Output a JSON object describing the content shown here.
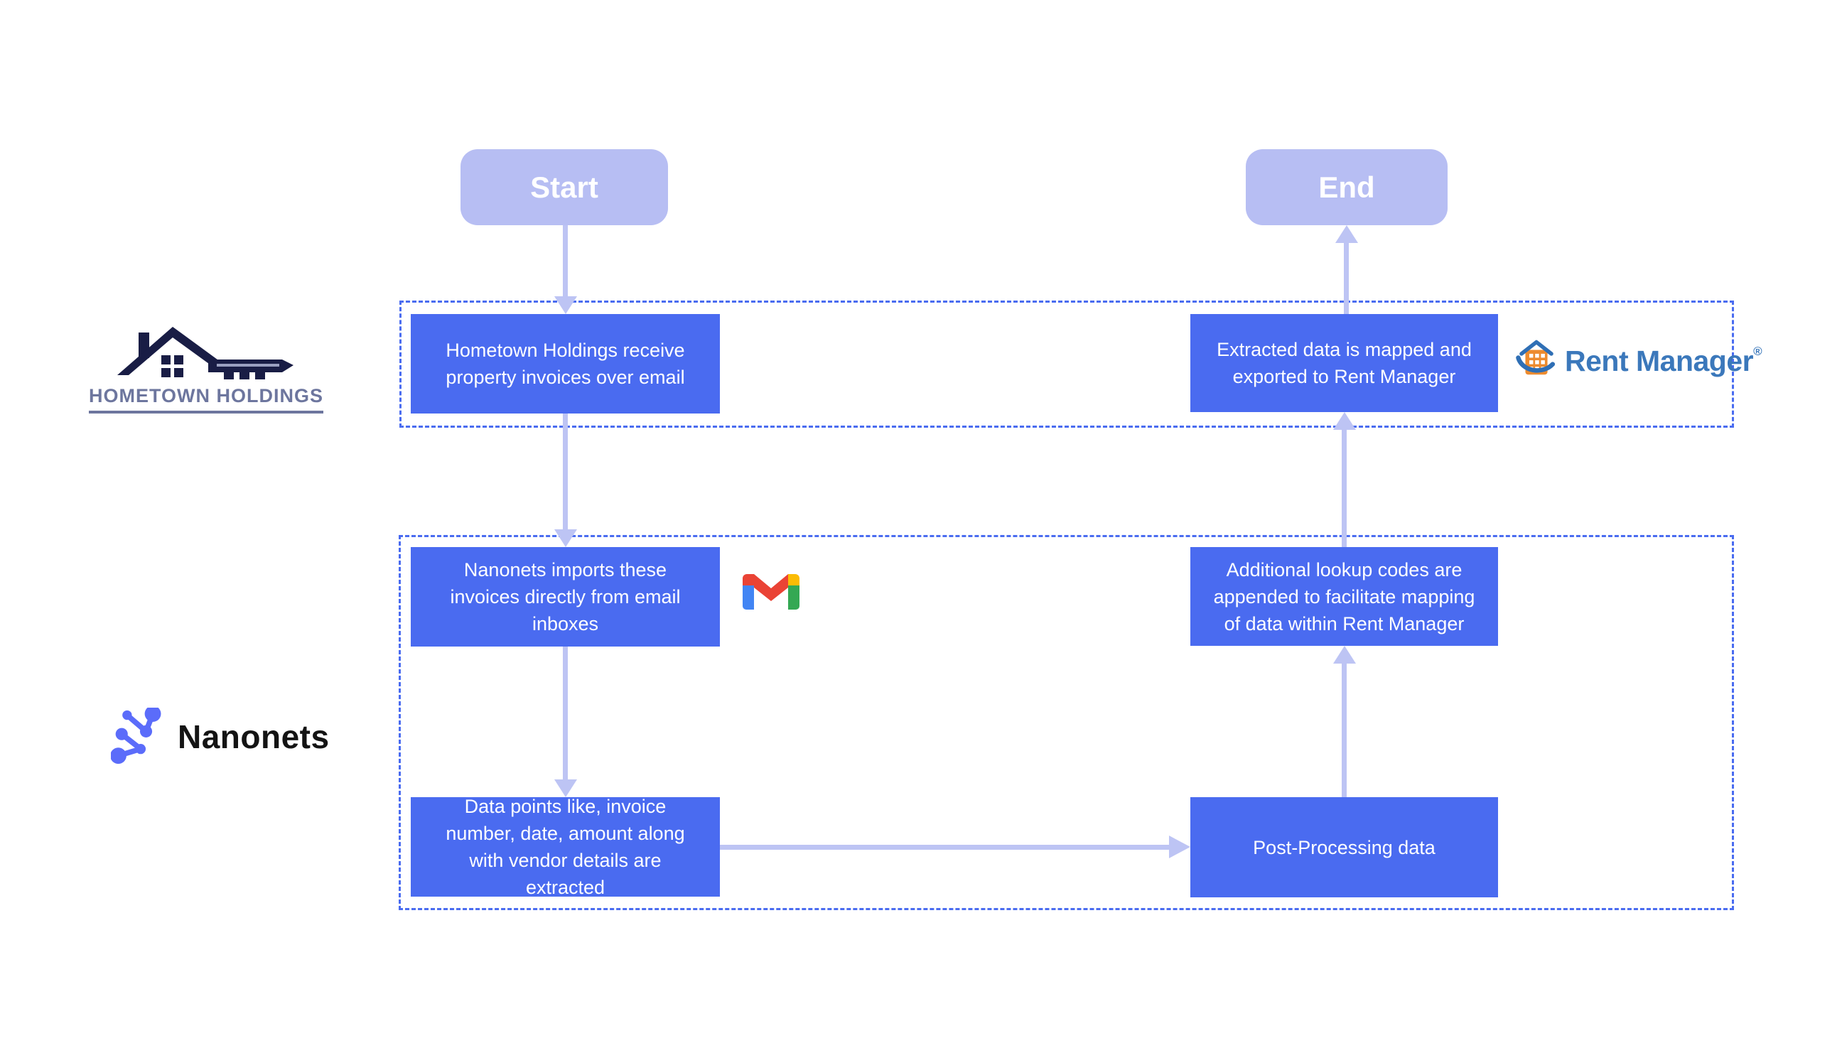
{
  "diagram": {
    "start_label": "Start",
    "end_label": "End",
    "lane_hometown": {
      "logo_text": "HOMETOWN HOLDINGS"
    },
    "lane_nanonets": {
      "logo_text": "Nanonets"
    },
    "nodes": {
      "receive_invoices": "Hometown Holdings receive property invoices over email",
      "export_rent_manager": "Extracted data is mapped and exported to Rent Manager",
      "import_invoices": "Nanonets imports these invoices directly from email inboxes",
      "lookup_codes": "Additional lookup codes are appended to facilitate mapping of data within Rent Manager",
      "extract_data": "Data points like, invoice number, date, amount along with vendor details are extracted",
      "post_processing": "Post-Processing data"
    },
    "rent_manager": {
      "name": "Rent Manager",
      "registered": "®"
    },
    "icons": {
      "gmail": "gmail-icon",
      "hometown_house_key": "house-key-icon",
      "nanonets_network": "network-n-icon",
      "rent_manager_house": "house-building-icon"
    },
    "colors": {
      "node_blue": "#4a6bf0",
      "lane_border_blue": "#4a6cf0",
      "terminal_lavender": "#b7bef3",
      "arrow_lavender": "#bdc4f4",
      "hometown_navy": "#191d45",
      "hometown_text_gray": "#6d769e",
      "nanonets_blue": "#5b6cfa",
      "rent_manager_blue": "#3b78bb",
      "rent_manager_orange": "#ed8b2e",
      "gmail_red": "#ea4335",
      "gmail_blue": "#4285f4",
      "gmail_green": "#34a853",
      "gmail_yellow": "#fbbc04"
    }
  }
}
